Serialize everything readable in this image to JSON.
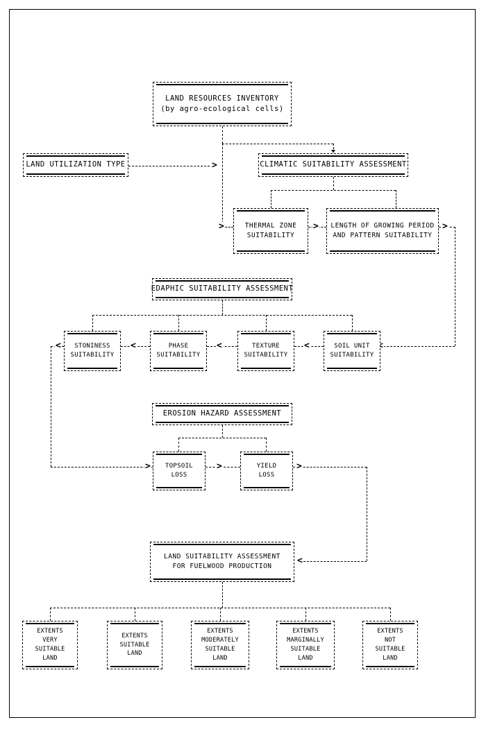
{
  "diagram": {
    "title": "Land suitability assessment flowchart for fuelwood production",
    "type": "flowchart",
    "accent_color": "#000000",
    "background_color": "#ffffff",
    "line_style": "dashed",
    "nodes": {
      "land_resources_inventory": {
        "line1": "LAND RESOURCES INVENTORY",
        "line2": "(by agro-ecological cells)"
      },
      "land_utilization_type": {
        "line1": "LAND UTILIZATION TYPE"
      },
      "climatic_suitability": {
        "line1": "CLIMATIC SUITABILITY ASSESSMENT"
      },
      "thermal_zone": {
        "line1": "THERMAL  ZONE",
        "line2": "SUITABILITY"
      },
      "length_growing_period": {
        "line1": "LENGTH OF GROWING PERIOD",
        "line2": "AND PATTERN  SUITABILITY"
      },
      "edaphic_suitability": {
        "line1": "EDAPHIC SUITABILITY ASSESSMENT"
      },
      "stoniness": {
        "line1": "STONINESS",
        "line2": "SUITABILITY"
      },
      "phase": {
        "line1": "PHASE",
        "line2": "SUITABILITY"
      },
      "texture": {
        "line1": "TEXTURE",
        "line2": "SUITABILITY"
      },
      "soil_unit": {
        "line1": "SOIL UNIT",
        "line2": "SUITABILITY"
      },
      "erosion_hazard": {
        "line1": "EROSION HAZARD ASSESSMENT"
      },
      "topsoil_loss": {
        "line1": "TOPSOIL",
        "line2": "LOSS"
      },
      "yield_loss": {
        "line1": "YIELD",
        "line2": "LOSS"
      },
      "land_suitability": {
        "line1": "LAND SUITABILITY ASSESSMENT",
        "line2": "FOR FUELWOOD PRODUCTION"
      },
      "extents_very_suitable": {
        "line1": "EXTENTS",
        "line2": "VERY",
        "line3": "SUITABLE",
        "line4": "LAND"
      },
      "extents_suitable": {
        "line1": "EXTENTS",
        "line2": "SUITABLE",
        "line3": "LAND",
        "line4": ""
      },
      "extents_moderately_suitable": {
        "line1": "EXTENTS",
        "line2": "MODERATELY",
        "line3": "SUITABLE",
        "line4": "LAND"
      },
      "extents_marginally_suitable": {
        "line1": "EXTENTS",
        "line2": "MARGINALLY",
        "line3": "SUITABLE",
        "line4": "LAND"
      },
      "extents_not_suitable": {
        "line1": "EXTENTS",
        "line2": "NOT",
        "line3": "SUITABLE",
        "line4": "LAND"
      }
    },
    "arrow_glyphs": {
      "right": ">",
      "left": "<"
    }
  }
}
